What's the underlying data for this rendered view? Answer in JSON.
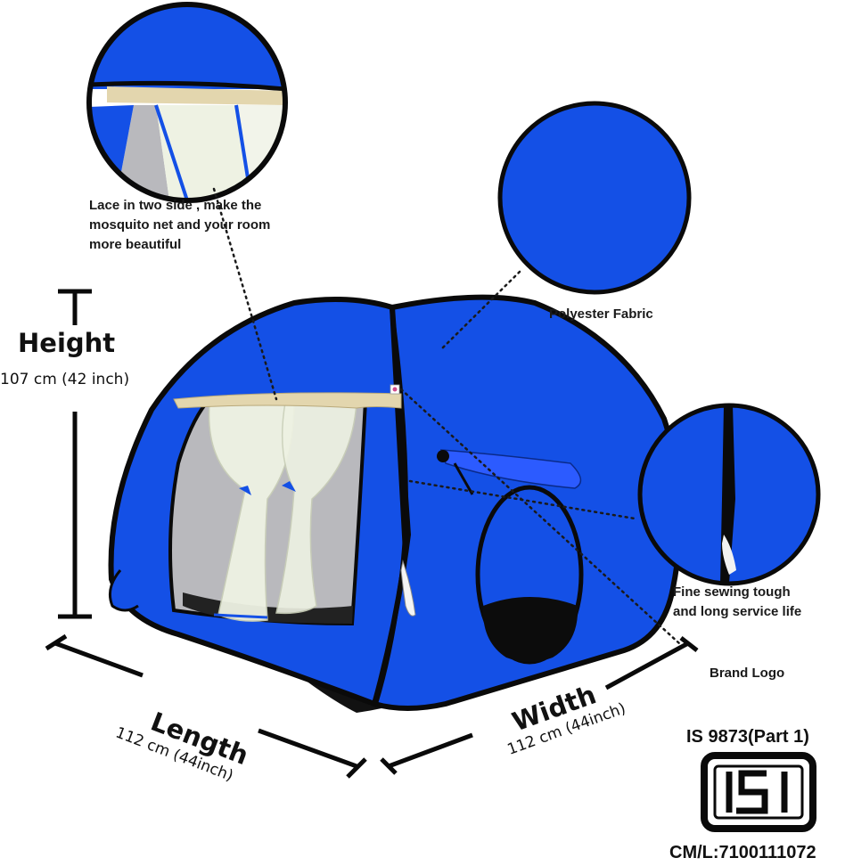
{
  "callouts": {
    "lace": [
      "Lace in two side , make the",
      "mosquito net and your room",
      "more beautiful"
    ],
    "fabric": "Polyester Fabric",
    "sewing": [
      "Fine sewing tough",
      "and long service life"
    ],
    "logo": "Brand Logo"
  },
  "dimensions": {
    "height_label": "Height",
    "height_value": "107 cm (42 inch)",
    "length_label": "Length",
    "length_value": "112 cm (44inch)",
    "width_label": "Width",
    "width_value": "112 cm (44inch)"
  },
  "certification": {
    "standard": "IS 9873(Part 1)",
    "mark_text": "ISI",
    "license": "CM/L:7100111072"
  },
  "colors": {
    "tent_blue": "#1450e6",
    "net": "#eef2e3",
    "lace": "#e3d6ae",
    "outline": "#0a0a0a"
  }
}
